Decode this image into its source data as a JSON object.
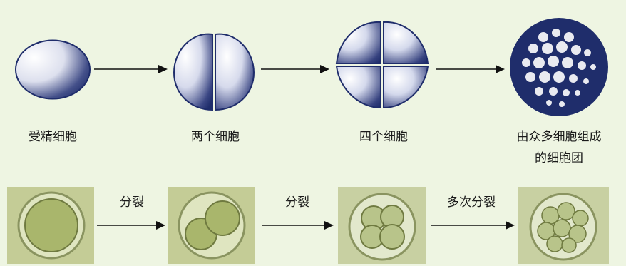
{
  "stages": [
    {
      "name": "受精细胞"
    },
    {
      "name": "两个细胞"
    },
    {
      "name": "四个细胞"
    },
    {
      "name_line1": "由众多细胞组成",
      "name_line2": "的细胞团"
    }
  ],
  "arrows": [
    {
      "label": "分裂"
    },
    {
      "label": "分裂"
    },
    {
      "label": "多次分裂"
    }
  ],
  "colors": {
    "background": "#eef5e2",
    "ink": "#1f2d6b",
    "photo_bg": "#c4cc96",
    "cell_fill": "#a9b66c"
  }
}
